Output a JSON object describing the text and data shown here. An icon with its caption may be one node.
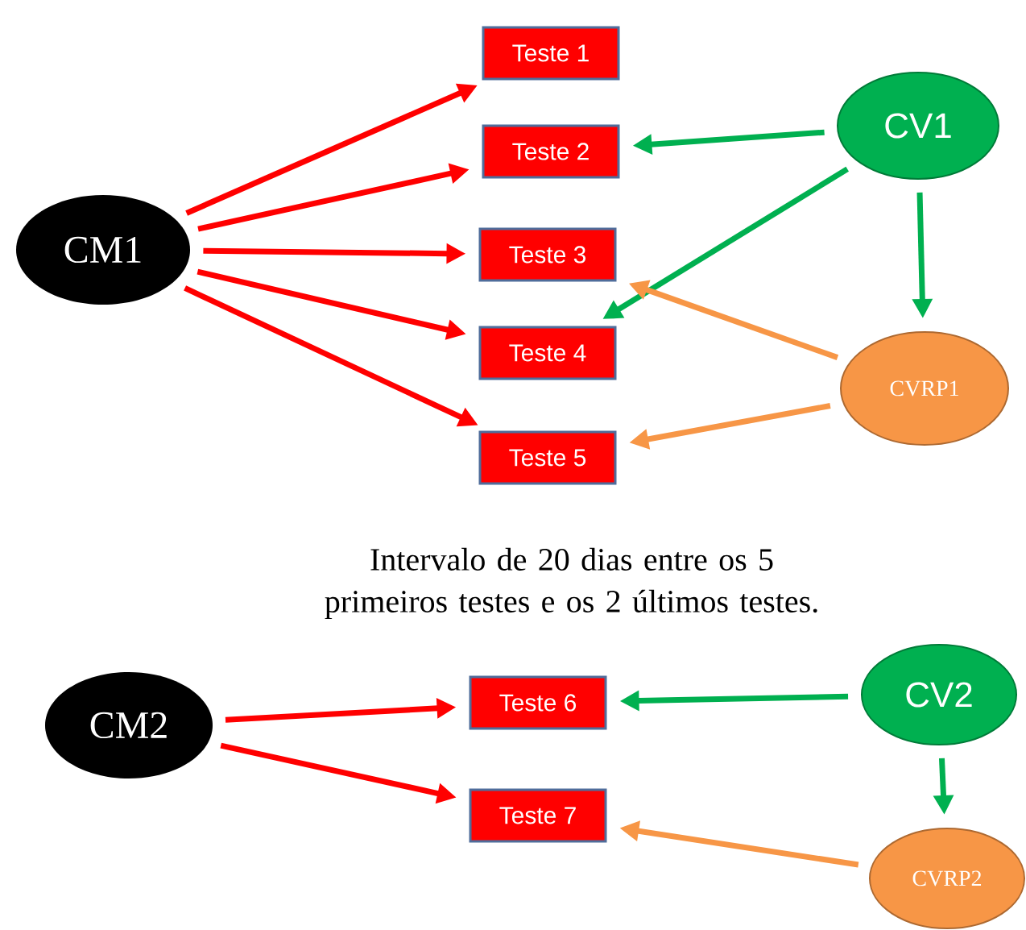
{
  "diagram": {
    "nodes": [
      {
        "text": [
          "CM1"
        ]
      },
      {
        "text": [
          "Teste 1"
        ]
      },
      {
        "text": [
          "Teste 2"
        ]
      },
      {
        "text": [
          "Teste 3"
        ]
      },
      {
        "text": [
          "Teste 4"
        ]
      },
      {
        "text": [
          "Teste 5"
        ]
      },
      {
        "text": [
          "CV1"
        ]
      },
      {
        "text": [
          "CVRP1"
        ]
      },
      {
        "text": [
          "CM2"
        ]
      },
      {
        "text": [
          "Teste 6"
        ]
      },
      {
        "text": [
          "Teste 7"
        ]
      },
      {
        "text": [
          "CV2"
        ]
      },
      {
        "text": [
          "CVRP2"
        ]
      }
    ],
    "edges": [
      {
        "from": 0,
        "to": 1,
        "arrow": "to"
      },
      {
        "from": 0,
        "to": 2,
        "arrow": "to"
      },
      {
        "from": 0,
        "to": 3,
        "arrow": "to"
      },
      {
        "from": 0,
        "to": 4,
        "arrow": "to"
      },
      {
        "from": 0,
        "to": 5,
        "arrow": "to"
      },
      {
        "from": 6,
        "to": 2,
        "arrow": "to",
        "color": "#00b050"
      },
      {
        "from": 6,
        "to": 4,
        "arrow": "to",
        "color": "#00b050"
      },
      {
        "from": 6,
        "to": 7,
        "arrow": "to",
        "color": "#00b050"
      },
      {
        "from": 7,
        "to": 3,
        "arrow": "to",
        "color": "#f79646"
      },
      {
        "from": 7,
        "to": 5,
        "arrow": "to",
        "color": "#f79646"
      },
      {
        "from": 8,
        "to": 9,
        "arrow": "to"
      },
      {
        "from": 8,
        "to": 10,
        "arrow": "to"
      },
      {
        "from": 11,
        "to": 9,
        "arrow": "to",
        "color": "#00b050"
      },
      {
        "from": 11,
        "to": 12,
        "arrow": "to",
        "color": "#00b050"
      },
      {
        "from": 12,
        "to": 10,
        "arrow": "to",
        "color": "#f79646"
      }
    ],
    "labels": [
      "Intervalo de 20 dias entre os 5 primeiros testes e os 2 últimos testes."
    ]
  }
}
